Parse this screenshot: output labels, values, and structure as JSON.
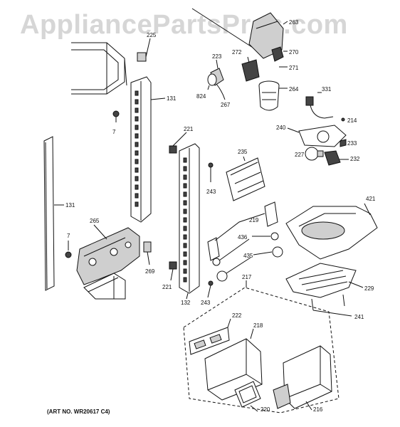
{
  "watermark": "AppliancePartsPros.com",
  "art_number": "(ART NO. WR20617 C4)",
  "callouts": [
    {
      "id": "c225",
      "text": "225"
    },
    {
      "id": "c263",
      "text": "263"
    },
    {
      "id": "c270",
      "text": "270"
    },
    {
      "id": "c271",
      "text": "271"
    },
    {
      "id": "c272",
      "text": "272"
    },
    {
      "id": "c223",
      "text": "223"
    },
    {
      "id": "c824",
      "text": "824"
    },
    {
      "id": "c267",
      "text": "267"
    },
    {
      "id": "c264",
      "text": "264"
    },
    {
      "id": "c331",
      "text": "331"
    },
    {
      "id": "c214",
      "text": "214"
    },
    {
      "id": "c240",
      "text": "240"
    },
    {
      "id": "c233",
      "text": "233"
    },
    {
      "id": "c227",
      "text": "227"
    },
    {
      "id": "c232",
      "text": "232"
    },
    {
      "id": "c131a",
      "text": "131"
    },
    {
      "id": "c7a",
      "text": "7"
    },
    {
      "id": "c221a",
      "text": "221"
    },
    {
      "id": "c235",
      "text": "235"
    },
    {
      "id": "c243a",
      "text": "243"
    },
    {
      "id": "c421",
      "text": "421"
    },
    {
      "id": "c131b",
      "text": "131"
    },
    {
      "id": "c265",
      "text": "265"
    },
    {
      "id": "c7b",
      "text": "7"
    },
    {
      "id": "c269",
      "text": "269"
    },
    {
      "id": "c219",
      "text": "219"
    },
    {
      "id": "c436",
      "text": "436"
    },
    {
      "id": "c435",
      "text": "435"
    },
    {
      "id": "c221b",
      "text": "221"
    },
    {
      "id": "c132",
      "text": "132"
    },
    {
      "id": "c243b",
      "text": "243"
    },
    {
      "id": "c217",
      "text": "217"
    },
    {
      "id": "c229",
      "text": "229"
    },
    {
      "id": "c241",
      "text": "241"
    },
    {
      "id": "c222",
      "text": "222"
    },
    {
      "id": "c218",
      "text": "218"
    },
    {
      "id": "c220",
      "text": "220"
    },
    {
      "id": "c216",
      "text": "216"
    }
  ]
}
